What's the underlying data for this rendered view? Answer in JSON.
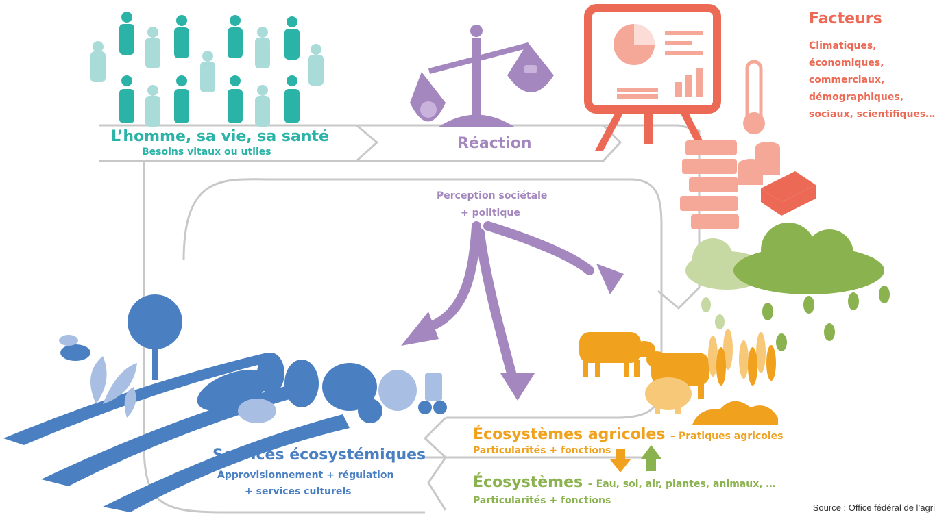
{
  "human": {
    "title": "L’homme, sa vie, sa santé",
    "subtitle": "Besoins vitaux ou utiles"
  },
  "reaction": {
    "title": "Réaction",
    "line1": "Perception sociétale",
    "line2": "+ politique"
  },
  "factors": {
    "title": "Facteurs",
    "lines": [
      "Climatiques,",
      "économiques,",
      "commerciaux,",
      "démographiques,",
      "sociaux, scientifiques…"
    ]
  },
  "services": {
    "title": "Services écosystémiques",
    "line1": "Approvisionnement + régulation",
    "line2": "+ services culturels"
  },
  "agri": {
    "title": "Écosystèmes agricoles",
    "suffix": "– Pratiques agricoles",
    "sub": "Particularités + fonctions"
  },
  "eco": {
    "title": "Écosystèmes",
    "suffix": "– Eau, sol, air, plantes, animaux, …",
    "sub": "Particularités + fonctions"
  },
  "source": "Source : Office fédéral de l’agri",
  "colors": {
    "teal": "#2bb3a8",
    "teal_light": "#a9dcd8",
    "purple": "#a487be",
    "red": "#ec6a55",
    "salmon": "#f5a898",
    "blue": "#4a7fc1",
    "blue_light": "#a8bfe3",
    "orange": "#f0a21e",
    "green": "#8ab24e",
    "grey_loop": "#c8c8c8"
  },
  "icons": [
    "people-icon",
    "balance-scale-icon",
    "presentation-board-icon",
    "thermometer-icon",
    "books-icon",
    "coins-icon",
    "banknotes-icon",
    "clouds-rain-icon",
    "cows-icon",
    "pig-icon",
    "wheat-icon",
    "landscape-icon",
    "tree-icon",
    "bee-icon",
    "food-icon",
    "arrow-down-icon",
    "arrow-up-icon"
  ]
}
